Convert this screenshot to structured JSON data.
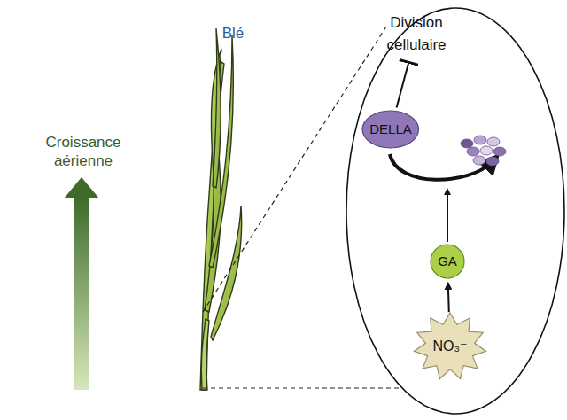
{
  "diagram": {
    "nodes": [
      {
        "text": [
          "Division cellulaire"
        ]
      },
      {
        "text": [
          "DELLA"
        ]
      },
      {
        "text": [
          "GA"
        ]
      },
      {
        "text": [
          "NO₃⁻"
        ]
      }
    ],
    "edges": [
      {
        "from": 3,
        "to": 2,
        "arrow": "to"
      },
      {
        "from": 1,
        "to": 0,
        "arrow": "to"
      }
    ],
    "labels": [
      "Croissance aérienne",
      "Blé"
    ]
  }
}
